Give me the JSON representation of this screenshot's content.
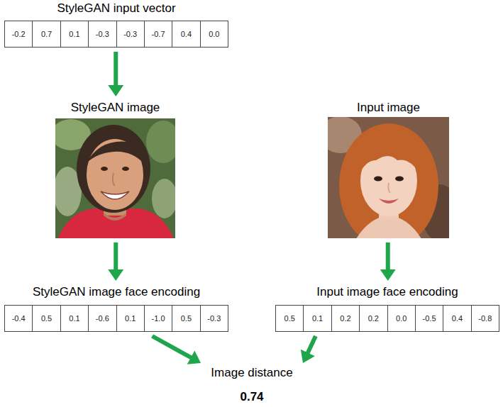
{
  "diagram": {
    "nodes": [
      {
        "text": [
          "StyleGAN input vector",
          "-0.2",
          "0.7",
          "0.1",
          "-0.3",
          "-0.3",
          "-0.7",
          "0.4",
          "0.0"
        ]
      },
      {
        "text": [
          "StyleGAN image"
        ]
      },
      {
        "text": [
          "Input image"
        ]
      },
      {
        "text": [
          "StyleGAN image face encoding",
          "-0.4",
          "0.5",
          "0.1",
          "-0.6",
          "0.1",
          "-1.0",
          "0.5",
          "-0.3"
        ]
      },
      {
        "text": [
          "Input image face encoding",
          "0.5",
          "0.1",
          "0.2",
          "0.2",
          "0.0",
          "-0.5",
          "0.4",
          "-0.8"
        ]
      },
      {
        "text": [
          "Image distance",
          "0.74"
        ]
      }
    ],
    "edges": [
      {
        "from": 0,
        "to": 1,
        "arrow": "to"
      },
      {
        "from": 1,
        "to": 3,
        "arrow": "to"
      },
      {
        "from": 2,
        "to": 4,
        "arrow": "to"
      },
      {
        "from": 3,
        "to": 5,
        "arrow": "to"
      },
      {
        "from": 4,
        "to": 5,
        "arrow": "to"
      }
    ]
  }
}
